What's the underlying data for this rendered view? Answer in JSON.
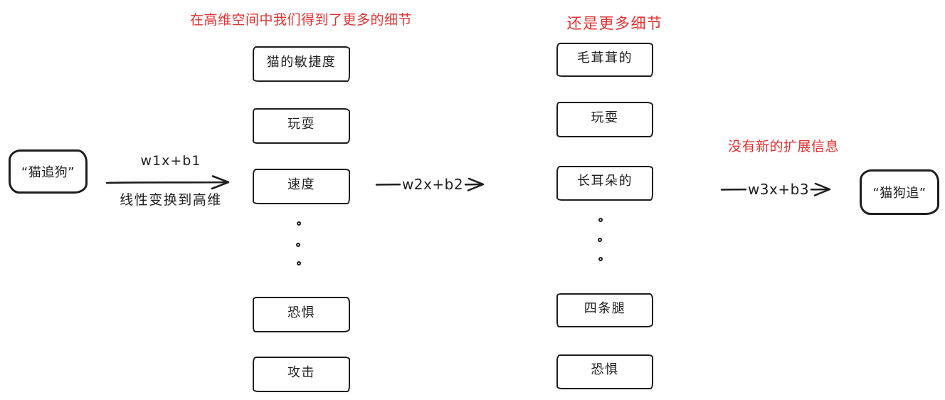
{
  "palette": {
    "ink": "#1e1e1e",
    "accent_red": "#e03131",
    "background": "#ffffff"
  },
  "titles": {
    "layer1": "在高维空间中我们得到了更多的细节",
    "layer2": "还是更多细节",
    "output_note": "没有新的扩展信息"
  },
  "input_node": {
    "label": "“猫追狗”"
  },
  "output_node": {
    "label": "“猫狗追”"
  },
  "transforms": {
    "t1": {
      "formula": "w1x+b1",
      "caption": "线性变换到高维"
    },
    "t2": {
      "formula": "w2x+b2"
    },
    "t3": {
      "formula": "w3x+b3"
    }
  },
  "layer1": {
    "features_top": [
      "猫的敏捷度",
      "玩耍",
      "速度"
    ],
    "features_bottom": [
      "恐惧",
      "攻击"
    ]
  },
  "layer2": {
    "features_top": [
      "毛茸茸的",
      "玩耍",
      "长耳朵的"
    ],
    "features_bottom": [
      "四条腿",
      "恐惧"
    ]
  }
}
